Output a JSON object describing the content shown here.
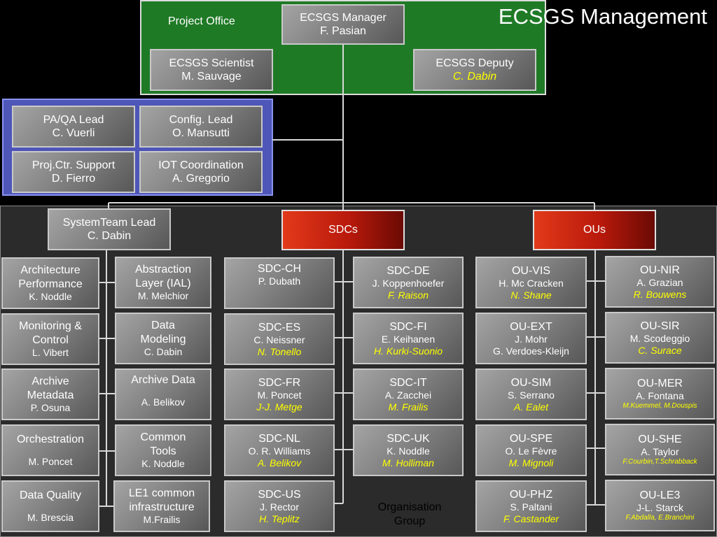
{
  "title": "ECSGS Management",
  "project_office": "Project Office",
  "organisation_group": [
    "Organisation",
    "Group"
  ],
  "management": {
    "manager": {
      "title": "ECSGS Manager",
      "name": "F. Pasian"
    },
    "scientist": {
      "title": "ECSGS Scientist",
      "name": "M. Sauvage"
    },
    "deputy": {
      "title": "ECSGS Deputy",
      "name": "C. Dabin"
    }
  },
  "support": [
    {
      "title": "PA/QA Lead",
      "name": "C. Vuerli"
    },
    {
      "title": "Config. Lead",
      "name": "O. Mansutti"
    },
    {
      "title": "Proj.Ctr. Support",
      "name": "D. Fierro"
    },
    {
      "title": "IOT Coordination",
      "name": "A. Gregorio"
    }
  ],
  "systemteam": {
    "title": "SystemTeam Lead",
    "name": "C. Dabin"
  },
  "sdcs_label": "SDCs",
  "ous_label": "OUs",
  "system_left": [
    {
      "l1": "Architecture",
      "l2": "Performance",
      "name": "K. Noddle"
    },
    {
      "l1": "Monitoring &",
      "l2": "Control",
      "name": "L. Vibert"
    },
    {
      "l1": "Archive",
      "l2": "Metadata",
      "name": "P. Osuna"
    },
    {
      "l1": "Orchestration",
      "name": "M. Poncet"
    },
    {
      "l1": "Data Quality",
      "name": "M. Brescia"
    }
  ],
  "system_right": [
    {
      "l1": "Abstraction",
      "l2": "Layer (IAL)",
      "name": "M. Melchior"
    },
    {
      "l1": "Data",
      "l2": "Modeling",
      "name": "C. Dabin"
    },
    {
      "l1": "Archive Data",
      "name": "A. Belikov"
    },
    {
      "l1": "Common",
      "l2": "Tools",
      "name": "K. Noddle"
    },
    {
      "l1": "LE1 common",
      "l2": "infrastructure",
      "name": "M.Frailis"
    }
  ],
  "sdc_left": [
    {
      "title": "SDC-CH",
      "name": "P. Dubath",
      "deputy": ""
    },
    {
      "title": "SDC-ES",
      "name": "C. Neissner",
      "deputy": "N. Tonello"
    },
    {
      "title": "SDC-FR",
      "name": "M. Poncet",
      "deputy": "J-J. Metge"
    },
    {
      "title": "SDC-NL",
      "name": "O. R. Williams",
      "deputy": "A. Belikov"
    },
    {
      "title": "SDC-US",
      "name": "J. Rector",
      "deputy": "H. Teplitz"
    }
  ],
  "sdc_right": [
    {
      "title": "SDC-DE",
      "name": "J. Koppenhoefer",
      "deputy": "F. Raison"
    },
    {
      "title": "SDC-FI",
      "name": "E. Keihanen",
      "deputy": "H. Kurki-Suonio"
    },
    {
      "title": "SDC-IT",
      "name": "A. Zacchei",
      "deputy": "M. Frailis"
    },
    {
      "title": "SDC-UK",
      "name": "K. Noddle",
      "deputy": "M. Holliman"
    }
  ],
  "ou_left": [
    {
      "title": "OU-VIS",
      "name": "H. Mc Cracken",
      "deputy": "N. Shane"
    },
    {
      "title": "OU-EXT",
      "name": "J. Mohr",
      "name2": "G. Verdoes-Kleijn"
    },
    {
      "title": "OU-SIM",
      "name": "S. Serrano",
      "deputy": "A. Ealet"
    },
    {
      "title": "OU-SPE",
      "name": "O. Le Fèvre",
      "deputy": "M. Mignoli"
    },
    {
      "title": "OU-PHZ",
      "name": "S. Paltani",
      "deputy": "F. Castander"
    }
  ],
  "ou_right": [
    {
      "title": "OU-NIR",
      "name": "A. Grazian",
      "deputy": "R. Bouwens"
    },
    {
      "title": "OU-SIR",
      "name": "M. Scodeggio",
      "deputy": "C. Surace"
    },
    {
      "title": "OU-MER",
      "name": "A. Fontana",
      "deputy": "M.Kuemmel, M.Douspis"
    },
    {
      "title": "OU-SHE",
      "name": "A. Taylor",
      "deputy": "F.Courbin,T.Schrabback"
    },
    {
      "title": "OU-LE3",
      "name": "J-L. Starck",
      "deputy": "F.Abdalla, E.Branchini"
    }
  ]
}
